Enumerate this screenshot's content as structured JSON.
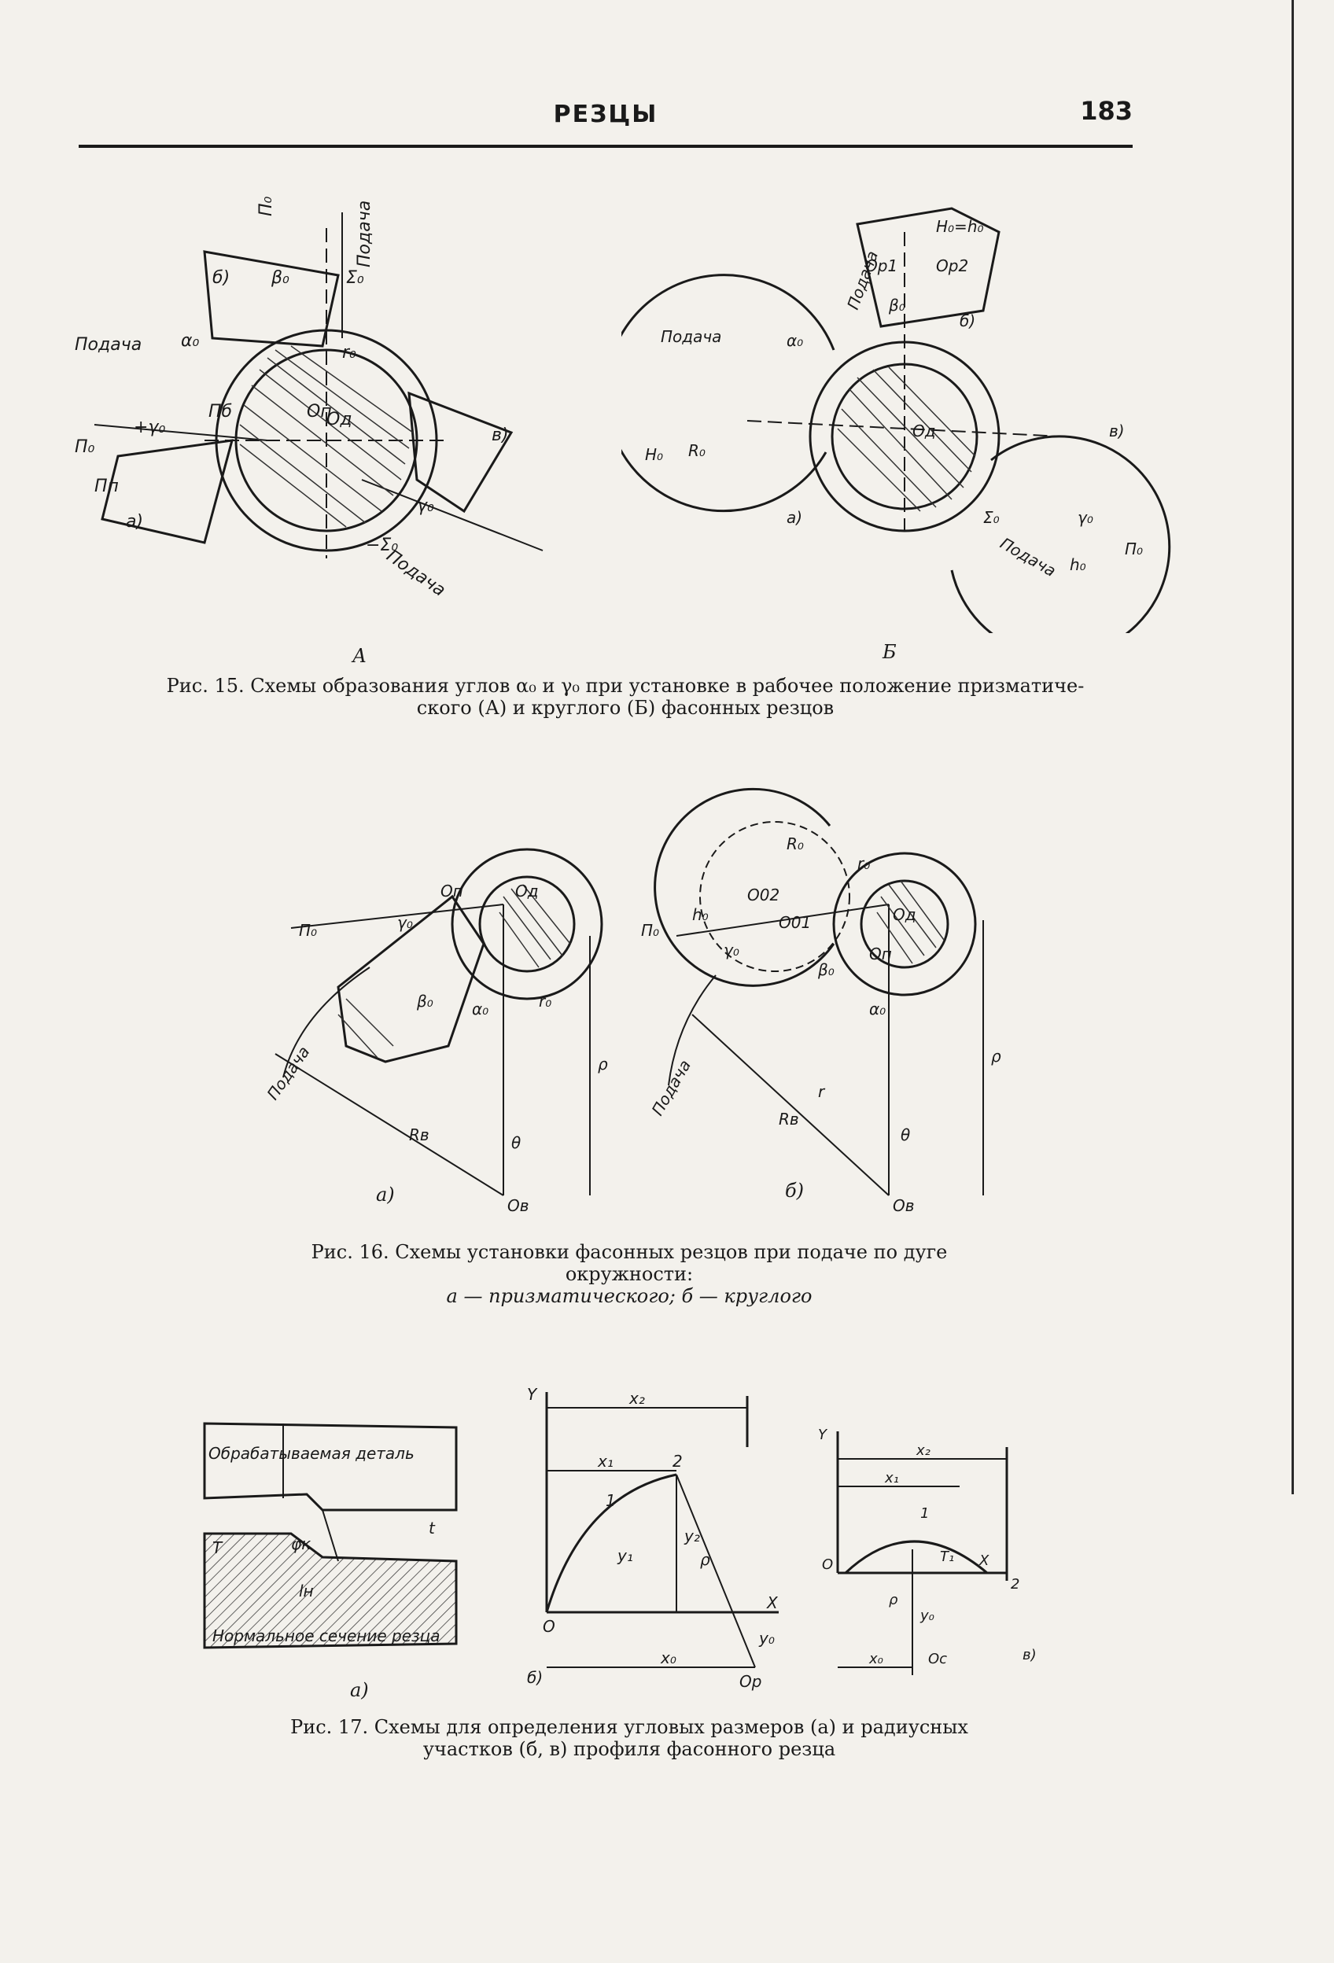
{
  "header": {
    "title": "РЕЗЦЫ",
    "page_number": "183"
  },
  "figure15": {
    "label_a": "А",
    "label_b": "Б",
    "caption_line1": "Рис. 15. Схемы образования углов α₀ и γ₀ при установке в рабочее положение призматиче-",
    "caption_line2": "ского (А) и круглого (Б) фасонных резцов",
    "left_labels": {
      "feed_left": "Подача",
      "feed_top": "Подача",
      "feed_right": "Подача",
      "sub_a": "а)",
      "sub_b": "б)",
      "sub_v": "в)",
      "on": "Оп",
      "od": "Од",
      "beta": "β₀",
      "alpha": "α₀",
      "gamma": "γ₀",
      "sigma": "Σ₀",
      "minus_sigma": "−Σ₀",
      "plus_gamma": "+γ₀",
      "po": "П₀",
      "pb": "Пб",
      "pn": "Пп",
      "ro": "r₀"
    },
    "right_labels": {
      "feed_1": "Подача",
      "feed_2": "Подача",
      "feed_3": "Подача",
      "sub_a": "а)",
      "sub_b": "б)",
      "sub_v": "в)",
      "ho_eq": "H₀=h₀",
      "op1": "Ор1",
      "op2": "Ор2",
      "ro_cap": "R₀",
      "ho": "H₀",
      "h0": "h₀",
      "od": "Од",
      "beta": "β₀",
      "alpha": "α₀",
      "gamma": "γ₀",
      "sigma": "Σ₀",
      "po": "П₀"
    }
  },
  "figure16": {
    "caption_line1": "Рис. 16. Схемы установки фасонных резцов при подаче по дуге",
    "caption_line2": "окружности:",
    "caption_line3": "а — призматического; б — круглого",
    "sub_a": "а)",
    "sub_b": "б)",
    "labels": {
      "feed": "Подача",
      "on": "Оп",
      "od": "Од",
      "ov": "Ов",
      "o01": "О01",
      "o02": "О02",
      "po": "П₀",
      "ro": "r₀",
      "ro_cap": "R₀",
      "rv": "Rв",
      "rho": "ρ",
      "theta": "θ",
      "beta": "β₀",
      "alpha": "α₀",
      "gamma": "γ₀",
      "h0": "h₀",
      "r": "r"
    }
  },
  "figure17": {
    "caption_line1": "Рис. 17. Схемы для определения угловых размеров (а) и радиусных",
    "caption_line2": "участков (б, в) профиля фасонного резца",
    "sub_a": "а)",
    "sub_b": "б)",
    "sub_v": "в)",
    "part_label": "Обрабатываемая деталь",
    "section_label": "Нормальное сечение резца",
    "labels": {
      "t": "t",
      "T": "T",
      "phi": "φк",
      "ln": "lн",
      "Y": "Y",
      "X": "X",
      "O": "О",
      "Op": "Ор",
      "Oc": "Ос",
      "x1": "x₁",
      "x2": "x₂",
      "x0": "x₀",
      "y1": "y₁",
      "y2": "y₂",
      "y0": "y₀",
      "T1": "T₁",
      "rho": "ρ",
      "one": "1",
      "two": "2"
    }
  }
}
